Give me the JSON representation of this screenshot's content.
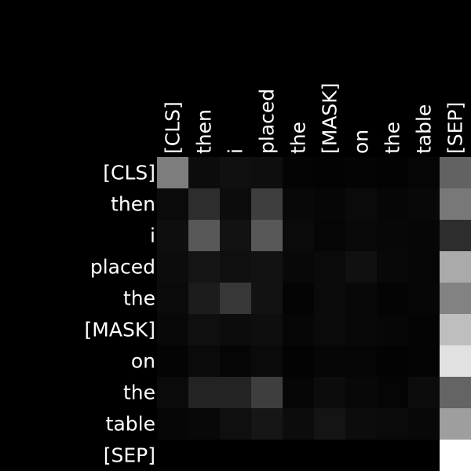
{
  "chart_data": {
    "type": "heatmap",
    "title": "",
    "xlabel": "",
    "ylabel": "",
    "x_labels": [
      "[CLS]",
      "then",
      "i",
      "placed",
      "the",
      "[MASK]",
      "on",
      "the",
      "table",
      "[SEP]"
    ],
    "y_labels": [
      "[CLS]",
      "then",
      "i",
      "placed",
      "the",
      "[MASK]",
      "on",
      "the",
      "table",
      "[SEP]"
    ],
    "value_range": [
      0,
      255
    ],
    "colormap": "grayscale (black = low, white = high)",
    "background_color": "#000000",
    "label_color": "#ffffff",
    "values": [
      [
        125,
        12,
        16,
        14,
        4,
        3,
        4,
        3,
        5,
        98
      ],
      [
        10,
        45,
        12,
        62,
        8,
        6,
        10,
        6,
        8,
        120
      ],
      [
        14,
        88,
        18,
        88,
        10,
        5,
        9,
        7,
        6,
        45
      ],
      [
        12,
        20,
        15,
        18,
        8,
        10,
        16,
        8,
        5,
        170
      ],
      [
        10,
        28,
        55,
        18,
        4,
        10,
        8,
        4,
        6,
        130
      ],
      [
        8,
        15,
        12,
        14,
        6,
        10,
        8,
        6,
        4,
        190
      ],
      [
        4,
        10,
        5,
        10,
        3,
        6,
        5,
        3,
        4,
        225
      ],
      [
        10,
        35,
        35,
        62,
        6,
        12,
        8,
        5,
        12,
        100
      ],
      [
        6,
        8,
        15,
        22,
        12,
        20,
        12,
        10,
        8,
        158
      ],
      [
        0,
        0,
        0,
        0,
        0,
        0,
        0,
        0,
        0,
        255
      ]
    ]
  }
}
